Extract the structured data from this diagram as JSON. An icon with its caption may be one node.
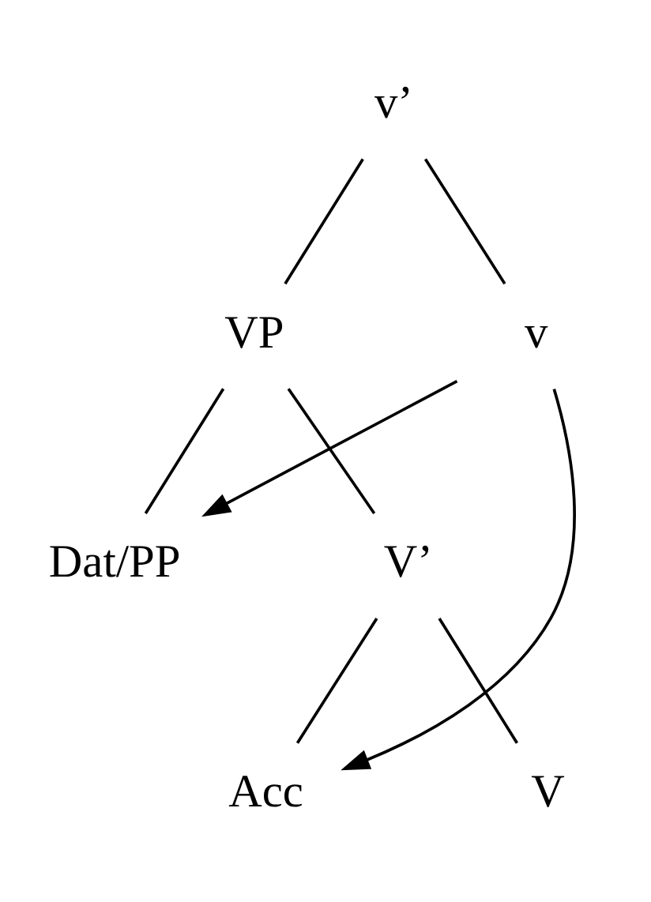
{
  "diagram": {
    "nodes": [
      {
        "text": [
          "v’"
        ]
      },
      {
        "text": [
          "VP"
        ]
      },
      {
        "text": [
          "v"
        ]
      },
      {
        "text": [
          "Dat/PP"
        ]
      },
      {
        "text": [
          "V’"
        ]
      },
      {
        "text": [
          "Acc"
        ]
      },
      {
        "text": [
          "V"
        ]
      }
    ],
    "edges": [
      {
        "from": 0,
        "to": 1,
        "arrow": "none"
      },
      {
        "from": 0,
        "to": 2,
        "arrow": "none"
      },
      {
        "from": 1,
        "to": 3,
        "arrow": "none"
      },
      {
        "from": 1,
        "to": 4,
        "arrow": "none"
      },
      {
        "from": 4,
        "to": 5,
        "arrow": "none"
      },
      {
        "from": 4,
        "to": 6,
        "arrow": "none"
      },
      {
        "from": 2,
        "to": 3,
        "arrow": "to"
      },
      {
        "from": 2,
        "to": 5,
        "arrow": "to"
      }
    ]
  }
}
